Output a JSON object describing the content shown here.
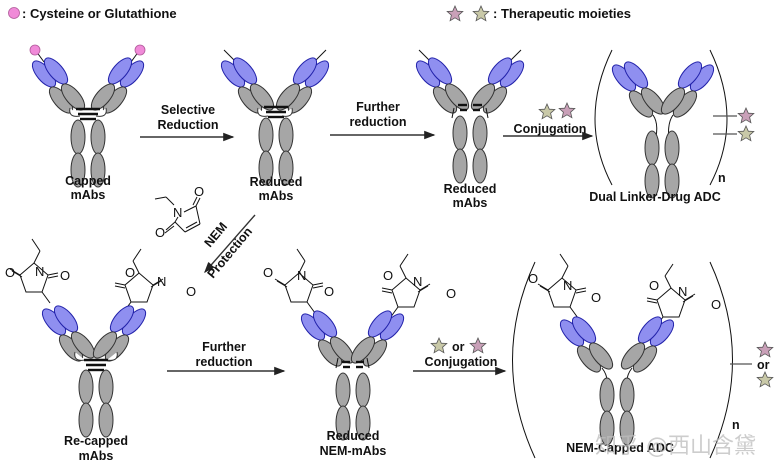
{
  "legend": {
    "cap_symbol": "pink-circle",
    "cap_label": ": Cysteine or Glutathione",
    "moiety_symbols": [
      "pink-star",
      "olive-star"
    ],
    "moiety_label": ": Therapeutic moieties"
  },
  "colors": {
    "variable_domain": "#8f8ff0",
    "constant_domain": "#a6a6a6",
    "cap": "#f08ad8",
    "star_pink": "#c9a0b8",
    "star_olive": "#c9c9a8"
  },
  "top_row": {
    "species": [
      {
        "line1": "Capped",
        "line2": "mAbs"
      },
      {
        "line1": "Reduced",
        "line2": "mAbs"
      },
      {
        "line1": "Reduced",
        "line2": "mAbs"
      },
      {
        "line1": "Dual Linker-Drug ADC",
        "line2": ""
      }
    ],
    "arrows": [
      {
        "line1": "Selective",
        "line2": "Reduction"
      },
      {
        "line1": "Further",
        "line2": "reduction"
      },
      {
        "line1": "Conjugation",
        "line2": ""
      }
    ],
    "subscript": "n"
  },
  "middle": {
    "reagent": "NEM",
    "arrow_label": "Protection",
    "atoms": {
      "N": "N",
      "O": "O"
    }
  },
  "bottom_row": {
    "species": [
      {
        "line1": "Re-capped",
        "line2": "mAbs"
      },
      {
        "line1": "Reduced",
        "line2": "NEM-mAbs"
      },
      {
        "line1": "NEM-Capped ADC",
        "line2": ""
      }
    ],
    "arrows": [
      {
        "line1": "Further",
        "line2": "reduction"
      },
      {
        "line1": "or",
        "line2": "Conjugation"
      }
    ],
    "or_label": "or",
    "subscript": "n"
  },
  "watermark": "知乎 @西山含黛"
}
